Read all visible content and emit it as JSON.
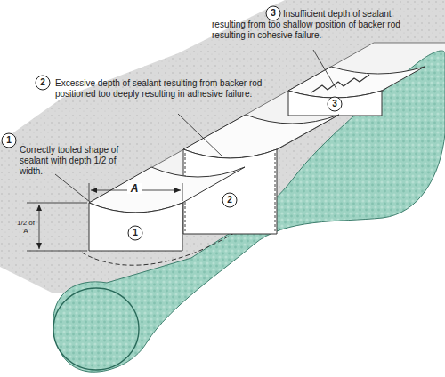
{
  "diagram": {
    "labels": [
      "3",
      "Insufficient depth of sealant resulting from too shallow position of backer rod resulting in cohesive failure.",
      "2",
      "Excessive depth of sealant resulting from backer rod positioned too deeply resulting in adhesive failure.",
      "1",
      "Correctly tooled shape of sealant with depth 1/2 of width.",
      "A",
      "1/2 of A",
      "1",
      "2",
      "3"
    ]
  }
}
